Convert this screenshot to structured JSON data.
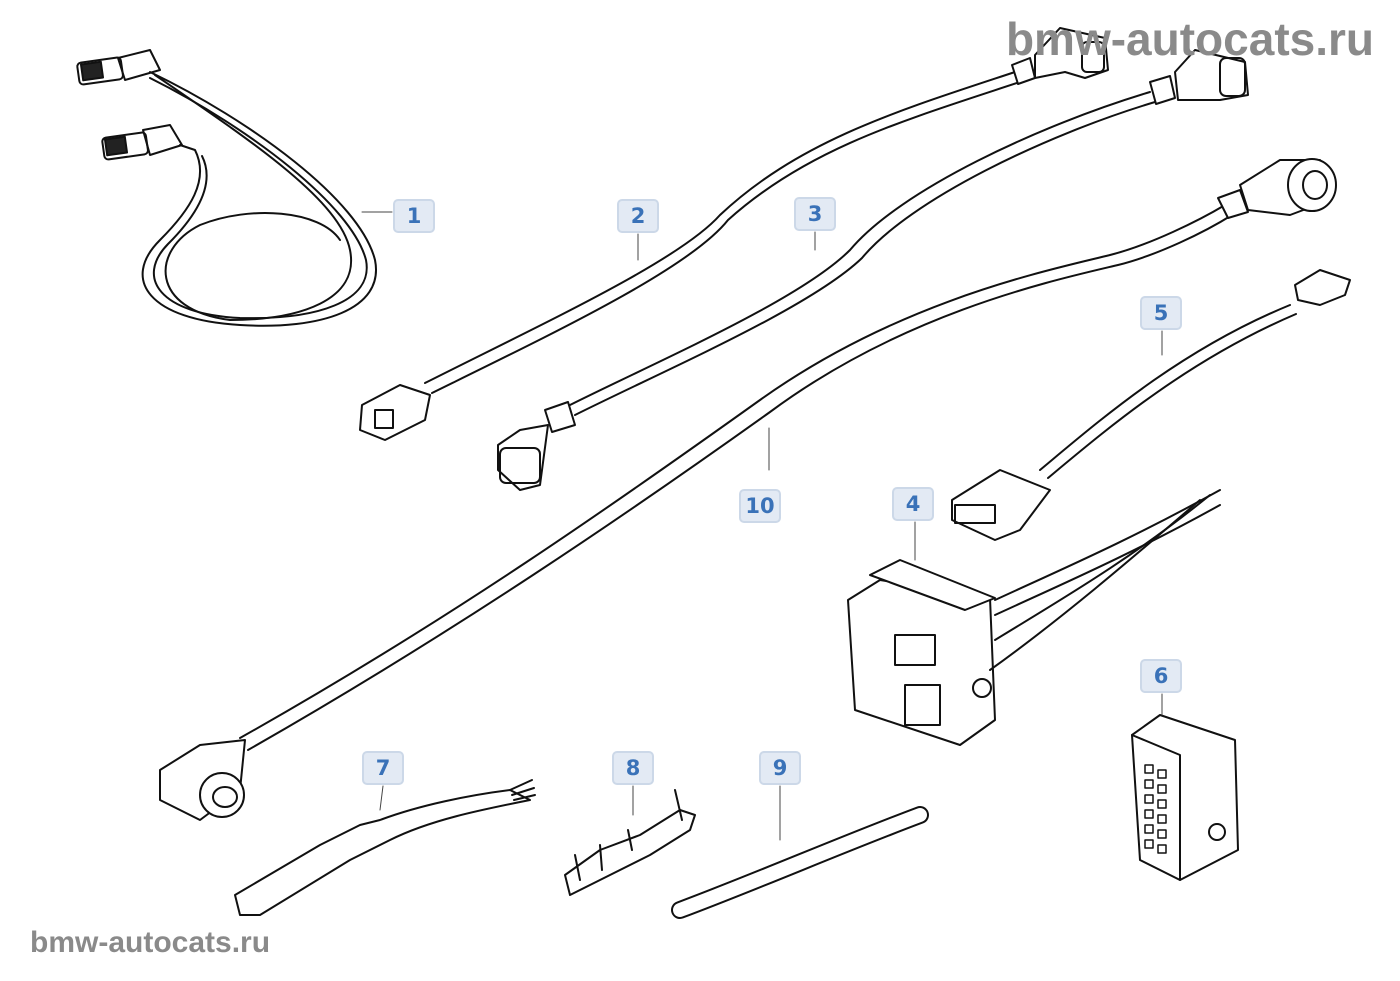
{
  "watermark_top": "bmw-autocats.ru",
  "watermark_bottom": "bmw-autocats.ru",
  "callouts": [
    "1",
    "2",
    "3",
    "4",
    "5",
    "6",
    "7",
    "8",
    "9",
    "10"
  ]
}
